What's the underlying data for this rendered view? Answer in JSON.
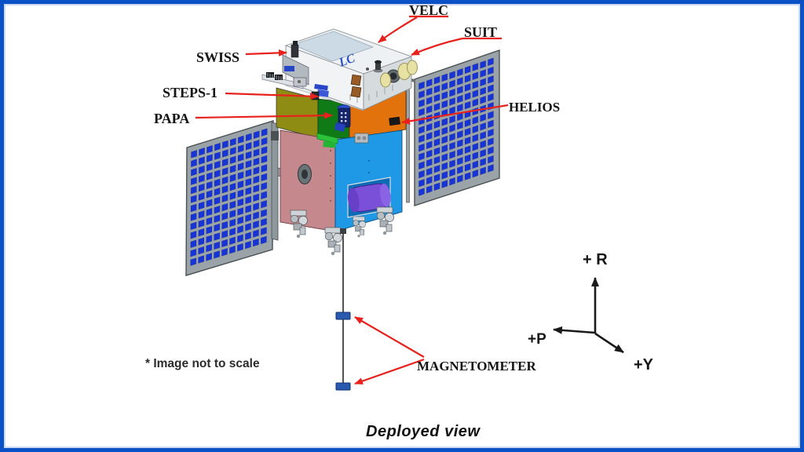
{
  "figure": {
    "caption": "Deployed view",
    "footnote": "* Image not to scale",
    "frame_color": "#0a50c6"
  },
  "spacecraft": {
    "name_marking": "LC",
    "payload_labels": {
      "velc": "VELC",
      "suit": "SUIT",
      "swiss": "SWISS",
      "steps1": "STEPS-1",
      "papa": "PAPA",
      "helios": "HELIOS",
      "magnetometer": "MAGNETOMETER"
    },
    "colors": {
      "leader_red": "#e8211d",
      "solar_cell_blue": "#1734d6",
      "panel_gray": "#9aa4a8",
      "body_left_pink": "#c5888c",
      "body_right_blue": "#1f99e6",
      "deck_olive": "#8f8c14",
      "deck_green": "#107a16",
      "deck_orange": "#e2730c",
      "tank_purple": "#7b50d8",
      "top_box_white": "#f1f3f4",
      "suit_aperture_yellow": "#e8e1a4",
      "magnetometer_sensor_blue": "#2a5ab0"
    }
  },
  "axes": {
    "radial": "+ R",
    "pitch": "+P",
    "yaw": "+Y"
  }
}
